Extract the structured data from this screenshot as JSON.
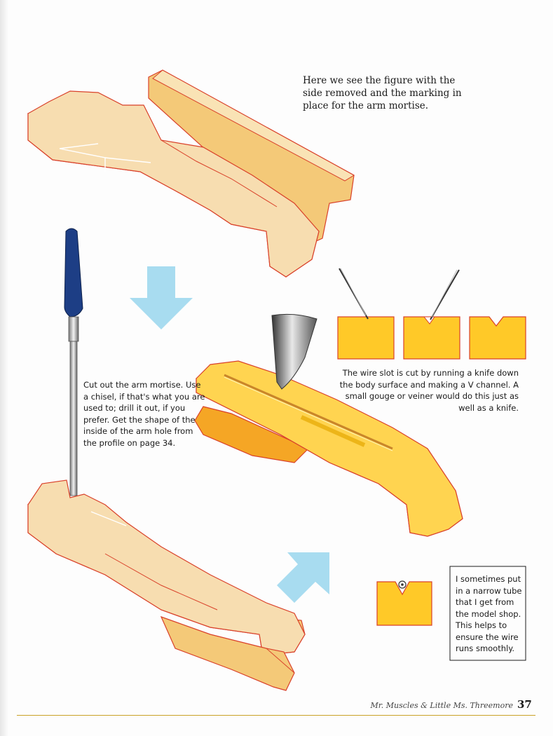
{
  "captions": {
    "side_removed": "Here we see the figure with the side removed and the marking in place for the arm mortise.",
    "cut_mortise": "Cut out the arm mortise. Use a chisel, if that's what you are used to; drill it out, if you prefer. Get the shape of the inside of the arm hole from the profile on page 34.",
    "wire_slot": "The wire slot is cut by running a knife down the body surface and making a V channel. A small gouge or veiner would do this just as well as a knife.",
    "narrow_tube": "I sometimes put in a narrow tube that I get from the model shop. This helps to ensure the wire runs smoothly."
  },
  "footer": {
    "running_title": "Mr. Muscles & Little Ms. Threemore",
    "page_number": "37"
  },
  "colors": {
    "wood_light": "#f7ddb0",
    "wood_side": "#f4c978",
    "wood_bright": "#ffc928",
    "outline": "#d9412a",
    "arrow": "#a8dcf0",
    "chisel_handle": "#1d3e85",
    "rule": "#c9a227"
  }
}
